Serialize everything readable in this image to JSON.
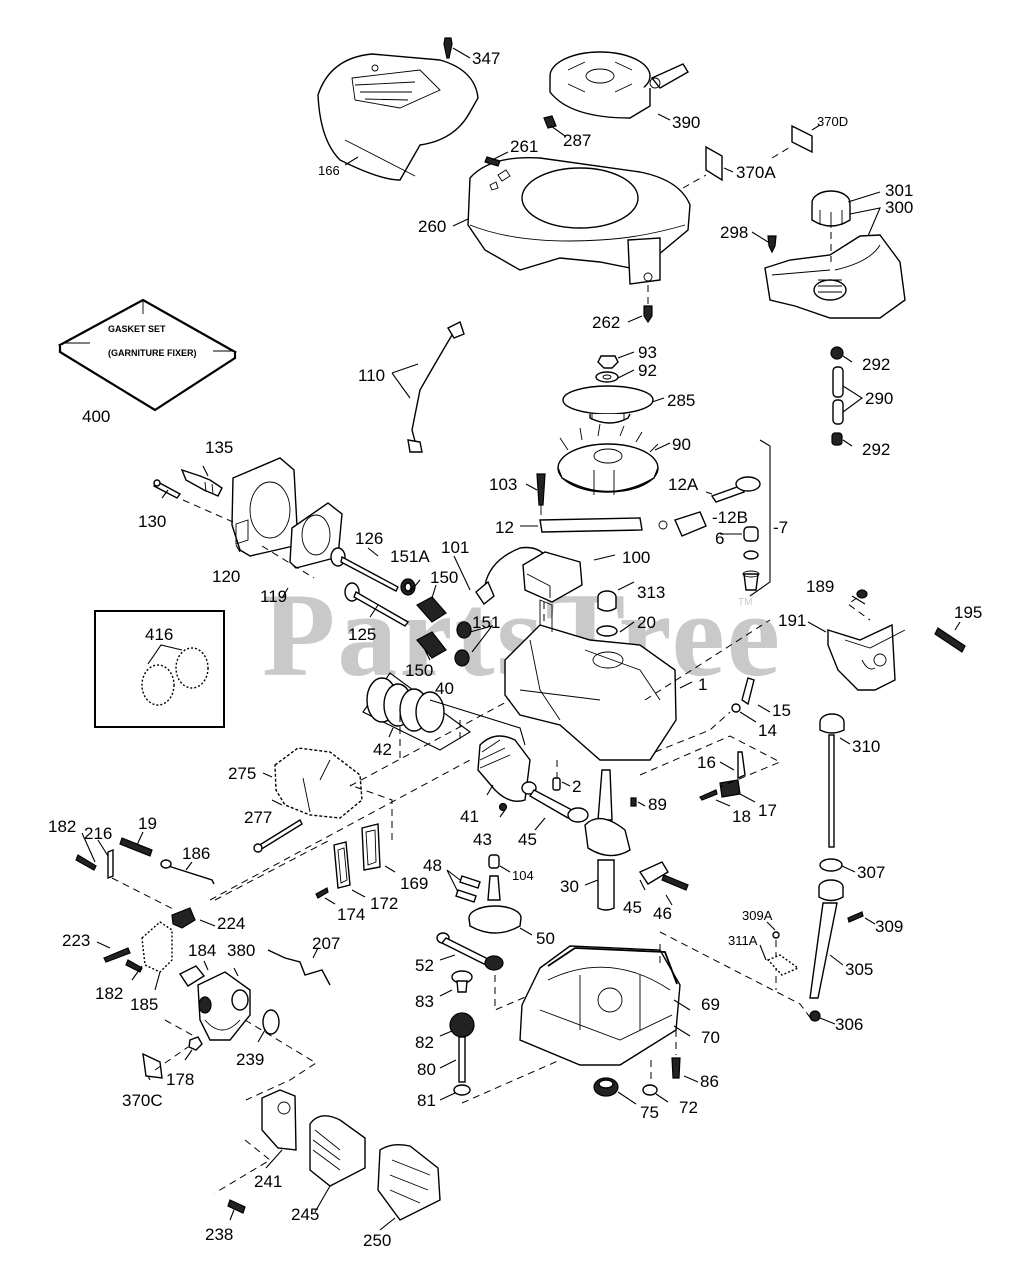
{
  "watermark": {
    "text": "PartsTree",
    "trademark": "TM"
  },
  "gasket_set_box": {
    "line1": "GASKET SET",
    "line2": "(GARNITURE FIXER)",
    "part": "400"
  },
  "inset_box": {
    "part": "416"
  },
  "labels": [
    {
      "id": "347",
      "text": "347"
    },
    {
      "id": "166",
      "text": "166"
    },
    {
      "id": "390",
      "text": "390"
    },
    {
      "id": "287",
      "text": "287"
    },
    {
      "id": "261",
      "text": "261"
    },
    {
      "id": "370D",
      "text": "370D"
    },
    {
      "id": "370A",
      "text": "370A"
    },
    {
      "id": "260",
      "text": "260"
    },
    {
      "id": "301",
      "text": "301"
    },
    {
      "id": "300",
      "text": "300"
    },
    {
      "id": "298",
      "text": "298"
    },
    {
      "id": "262",
      "text": "262"
    },
    {
      "id": "292a",
      "text": "292"
    },
    {
      "id": "290",
      "text": "290"
    },
    {
      "id": "292b",
      "text": "292"
    },
    {
      "id": "93",
      "text": "93"
    },
    {
      "id": "92",
      "text": "92"
    },
    {
      "id": "285",
      "text": "285"
    },
    {
      "id": "110",
      "text": "110"
    },
    {
      "id": "90",
      "text": "90"
    },
    {
      "id": "135",
      "text": "135"
    },
    {
      "id": "103",
      "text": "103"
    },
    {
      "id": "12A",
      "text": "12A"
    },
    {
      "id": "130",
      "text": "130"
    },
    {
      "id": "12",
      "text": "12"
    },
    {
      "id": "12B",
      "text": "-12B"
    },
    {
      "id": "7",
      "text": "-7"
    },
    {
      "id": "6",
      "text": "6"
    },
    {
      "id": "120",
      "text": "120"
    },
    {
      "id": "126",
      "text": "126"
    },
    {
      "id": "101",
      "text": "101"
    },
    {
      "id": "100",
      "text": "100"
    },
    {
      "id": "151A",
      "text": "151A"
    },
    {
      "id": "150a",
      "text": "150"
    },
    {
      "id": "119",
      "text": "119"
    },
    {
      "id": "313",
      "text": "313"
    },
    {
      "id": "189",
      "text": "189"
    },
    {
      "id": "195",
      "text": "195"
    },
    {
      "id": "191",
      "text": "191"
    },
    {
      "id": "125",
      "text": "125"
    },
    {
      "id": "151",
      "text": "151"
    },
    {
      "id": "20",
      "text": "20"
    },
    {
      "id": "150b",
      "text": "150"
    },
    {
      "id": "40",
      "text": "40"
    },
    {
      "id": "1",
      "text": "1"
    },
    {
      "id": "15",
      "text": "15"
    },
    {
      "id": "14",
      "text": "14"
    },
    {
      "id": "42",
      "text": "42"
    },
    {
      "id": "275",
      "text": "275"
    },
    {
      "id": "310",
      "text": "310"
    },
    {
      "id": "16",
      "text": "16"
    },
    {
      "id": "2",
      "text": "2"
    },
    {
      "id": "17",
      "text": "17"
    },
    {
      "id": "18",
      "text": "18"
    },
    {
      "id": "41",
      "text": "41"
    },
    {
      "id": "89",
      "text": "89"
    },
    {
      "id": "277",
      "text": "277"
    },
    {
      "id": "43",
      "text": "43"
    },
    {
      "id": "45a",
      "text": "45"
    },
    {
      "id": "182a",
      "text": "182"
    },
    {
      "id": "216",
      "text": "216"
    },
    {
      "id": "19",
      "text": "19"
    },
    {
      "id": "186",
      "text": "186"
    },
    {
      "id": "48",
      "text": "48"
    },
    {
      "id": "104",
      "text": "104"
    },
    {
      "id": "169",
      "text": "169"
    },
    {
      "id": "307",
      "text": "307"
    },
    {
      "id": "30",
      "text": "30"
    },
    {
      "id": "45b",
      "text": "45"
    },
    {
      "id": "46",
      "text": "46"
    },
    {
      "id": "172",
      "text": "172"
    },
    {
      "id": "174",
      "text": "174"
    },
    {
      "id": "224",
      "text": "224"
    },
    {
      "id": "309A",
      "text": "309A"
    },
    {
      "id": "309",
      "text": "309"
    },
    {
      "id": "50",
      "text": "50"
    },
    {
      "id": "223",
      "text": "223"
    },
    {
      "id": "184",
      "text": "184"
    },
    {
      "id": "380",
      "text": "380"
    },
    {
      "id": "207",
      "text": "207"
    },
    {
      "id": "311A",
      "text": "311A"
    },
    {
      "id": "52",
      "text": "52"
    },
    {
      "id": "305",
      "text": "305"
    },
    {
      "id": "182b",
      "text": "182"
    },
    {
      "id": "185",
      "text": "185"
    },
    {
      "id": "83",
      "text": "83"
    },
    {
      "id": "69",
      "text": "69"
    },
    {
      "id": "306",
      "text": "306"
    },
    {
      "id": "70",
      "text": "70"
    },
    {
      "id": "82",
      "text": "82"
    },
    {
      "id": "239",
      "text": "239"
    },
    {
      "id": "80",
      "text": "80"
    },
    {
      "id": "178",
      "text": "178"
    },
    {
      "id": "86",
      "text": "86"
    },
    {
      "id": "370C",
      "text": "370C"
    },
    {
      "id": "81",
      "text": "81"
    },
    {
      "id": "75",
      "text": "75"
    },
    {
      "id": "72",
      "text": "72"
    },
    {
      "id": "241",
      "text": "241"
    },
    {
      "id": "245",
      "text": "245"
    },
    {
      "id": "238",
      "text": "238"
    },
    {
      "id": "250",
      "text": "250"
    }
  ]
}
